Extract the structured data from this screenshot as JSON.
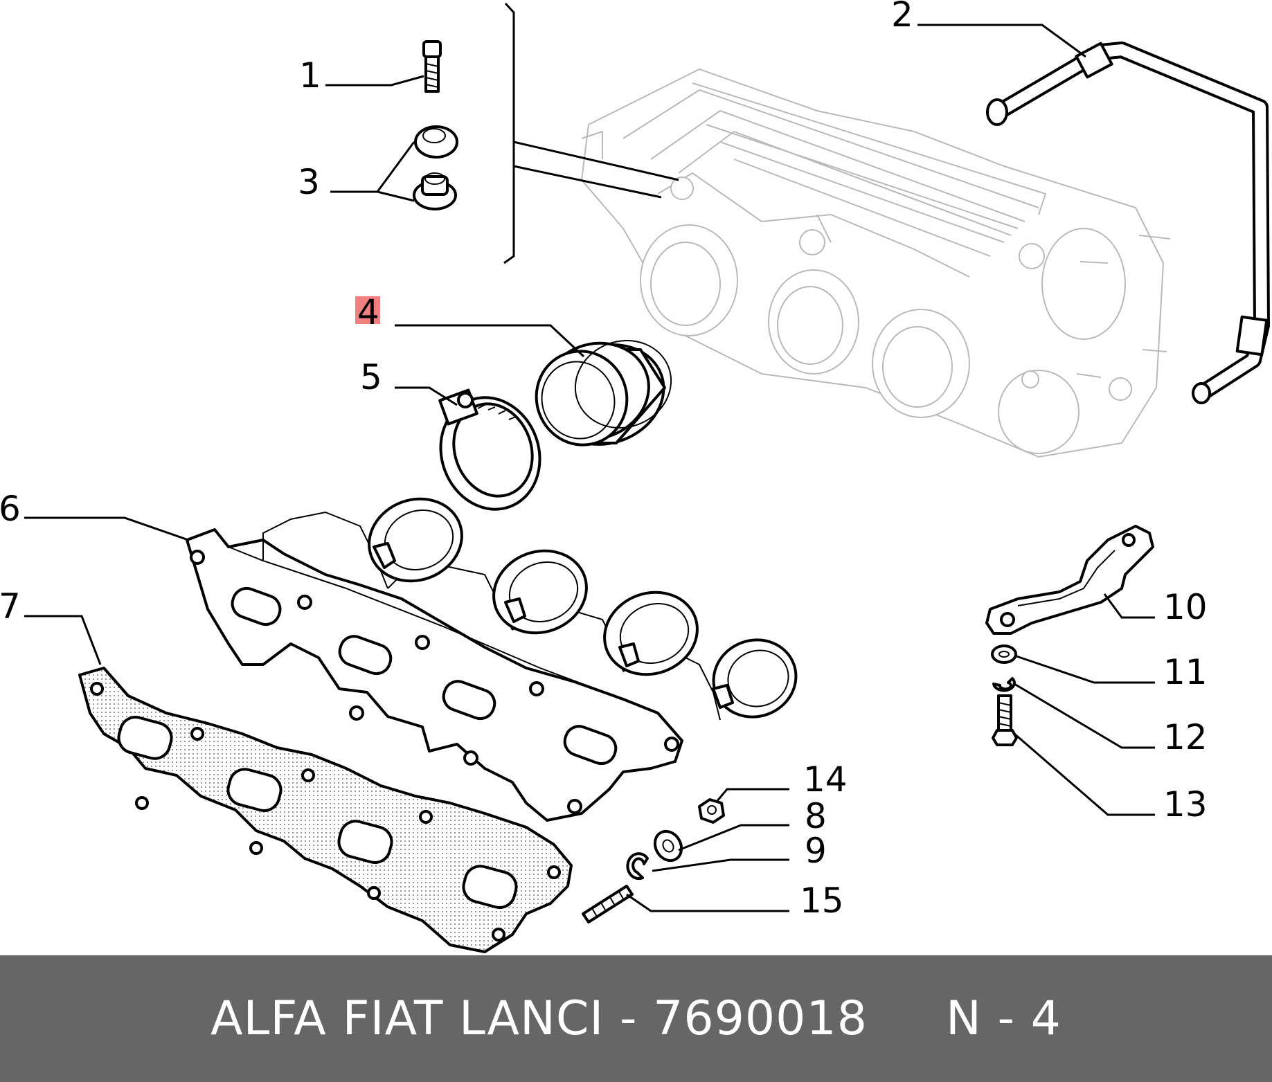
{
  "diagram": {
    "callouts": [
      {
        "id": "1",
        "label": "1"
      },
      {
        "id": "2",
        "label": "2"
      },
      {
        "id": "3",
        "label": "3"
      },
      {
        "id": "4",
        "label": "4",
        "highlighted": true
      },
      {
        "id": "5",
        "label": "5"
      },
      {
        "id": "6",
        "label": "6"
      },
      {
        "id": "7",
        "label": "7"
      },
      {
        "id": "8",
        "label": "8"
      },
      {
        "id": "9",
        "label": "9"
      },
      {
        "id": "10",
        "label": "10"
      },
      {
        "id": "11",
        "label": "11"
      },
      {
        "id": "12",
        "label": "12"
      },
      {
        "id": "13",
        "label": "13"
      },
      {
        "id": "14",
        "label": "14"
      },
      {
        "id": "15",
        "label": "15"
      }
    ],
    "highlight_color": "#f08080"
  },
  "footer": {
    "text": "ALFA FIAT LANCI - 7690018     N - 4",
    "background": "#666666",
    "color": "#ffffff"
  }
}
